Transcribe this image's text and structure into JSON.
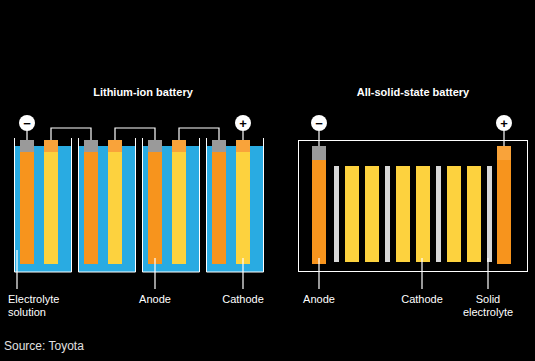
{
  "diagram": {
    "caption": "Source: Toyota",
    "labels": [
      "Lithium-ion battery",
      "All-solid-state battery",
      "−",
      "+",
      "−",
      "+",
      "Electrolyte solution",
      "Anode",
      "Cathode",
      "Anode",
      "Cathode",
      "Solid electrolyte"
    ]
  }
}
